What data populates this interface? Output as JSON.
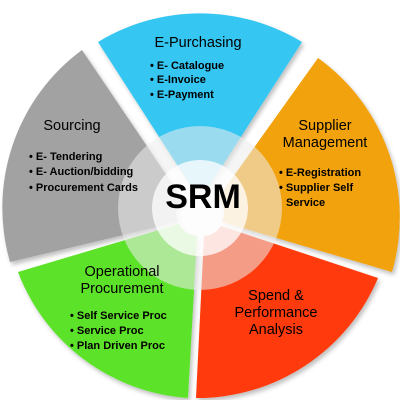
{
  "center_label": "SRM",
  "colors": {
    "e_purchasing": "#35c6f2",
    "supplier_management": "#f2a20a",
    "spend_analysis": "#ff3b07",
    "operational_procurement": "#5de22b",
    "sourcing": "#a2a2a2",
    "hub": "#ececec"
  },
  "segments": {
    "e_purchasing": {
      "title_lines": [
        "E-Purchasing"
      ],
      "items": [
        "• E- Catalogue",
        "• E-Invoice",
        "• E-Payment"
      ]
    },
    "supplier_management": {
      "title_lines": [
        "Supplier",
        "Management"
      ],
      "items": [
        "• E-Registration",
        "• Supplier Self",
        "Service"
      ]
    },
    "spend_analysis": {
      "title_lines": [
        "Spend &",
        "Performance",
        "Analysis"
      ],
      "items": []
    },
    "operational_procurement": {
      "title_lines": [
        "Operational",
        "Procurement"
      ],
      "items": [
        "• Self Service Proc",
        "• Service Proc",
        "• Plan Driven Proc"
      ]
    },
    "sourcing": {
      "title_lines": [
        "Sourcing"
      ],
      "items": [
        "• E- Tendering",
        "• E- Auction/bidding",
        "• Procurement Cards"
      ]
    }
  }
}
